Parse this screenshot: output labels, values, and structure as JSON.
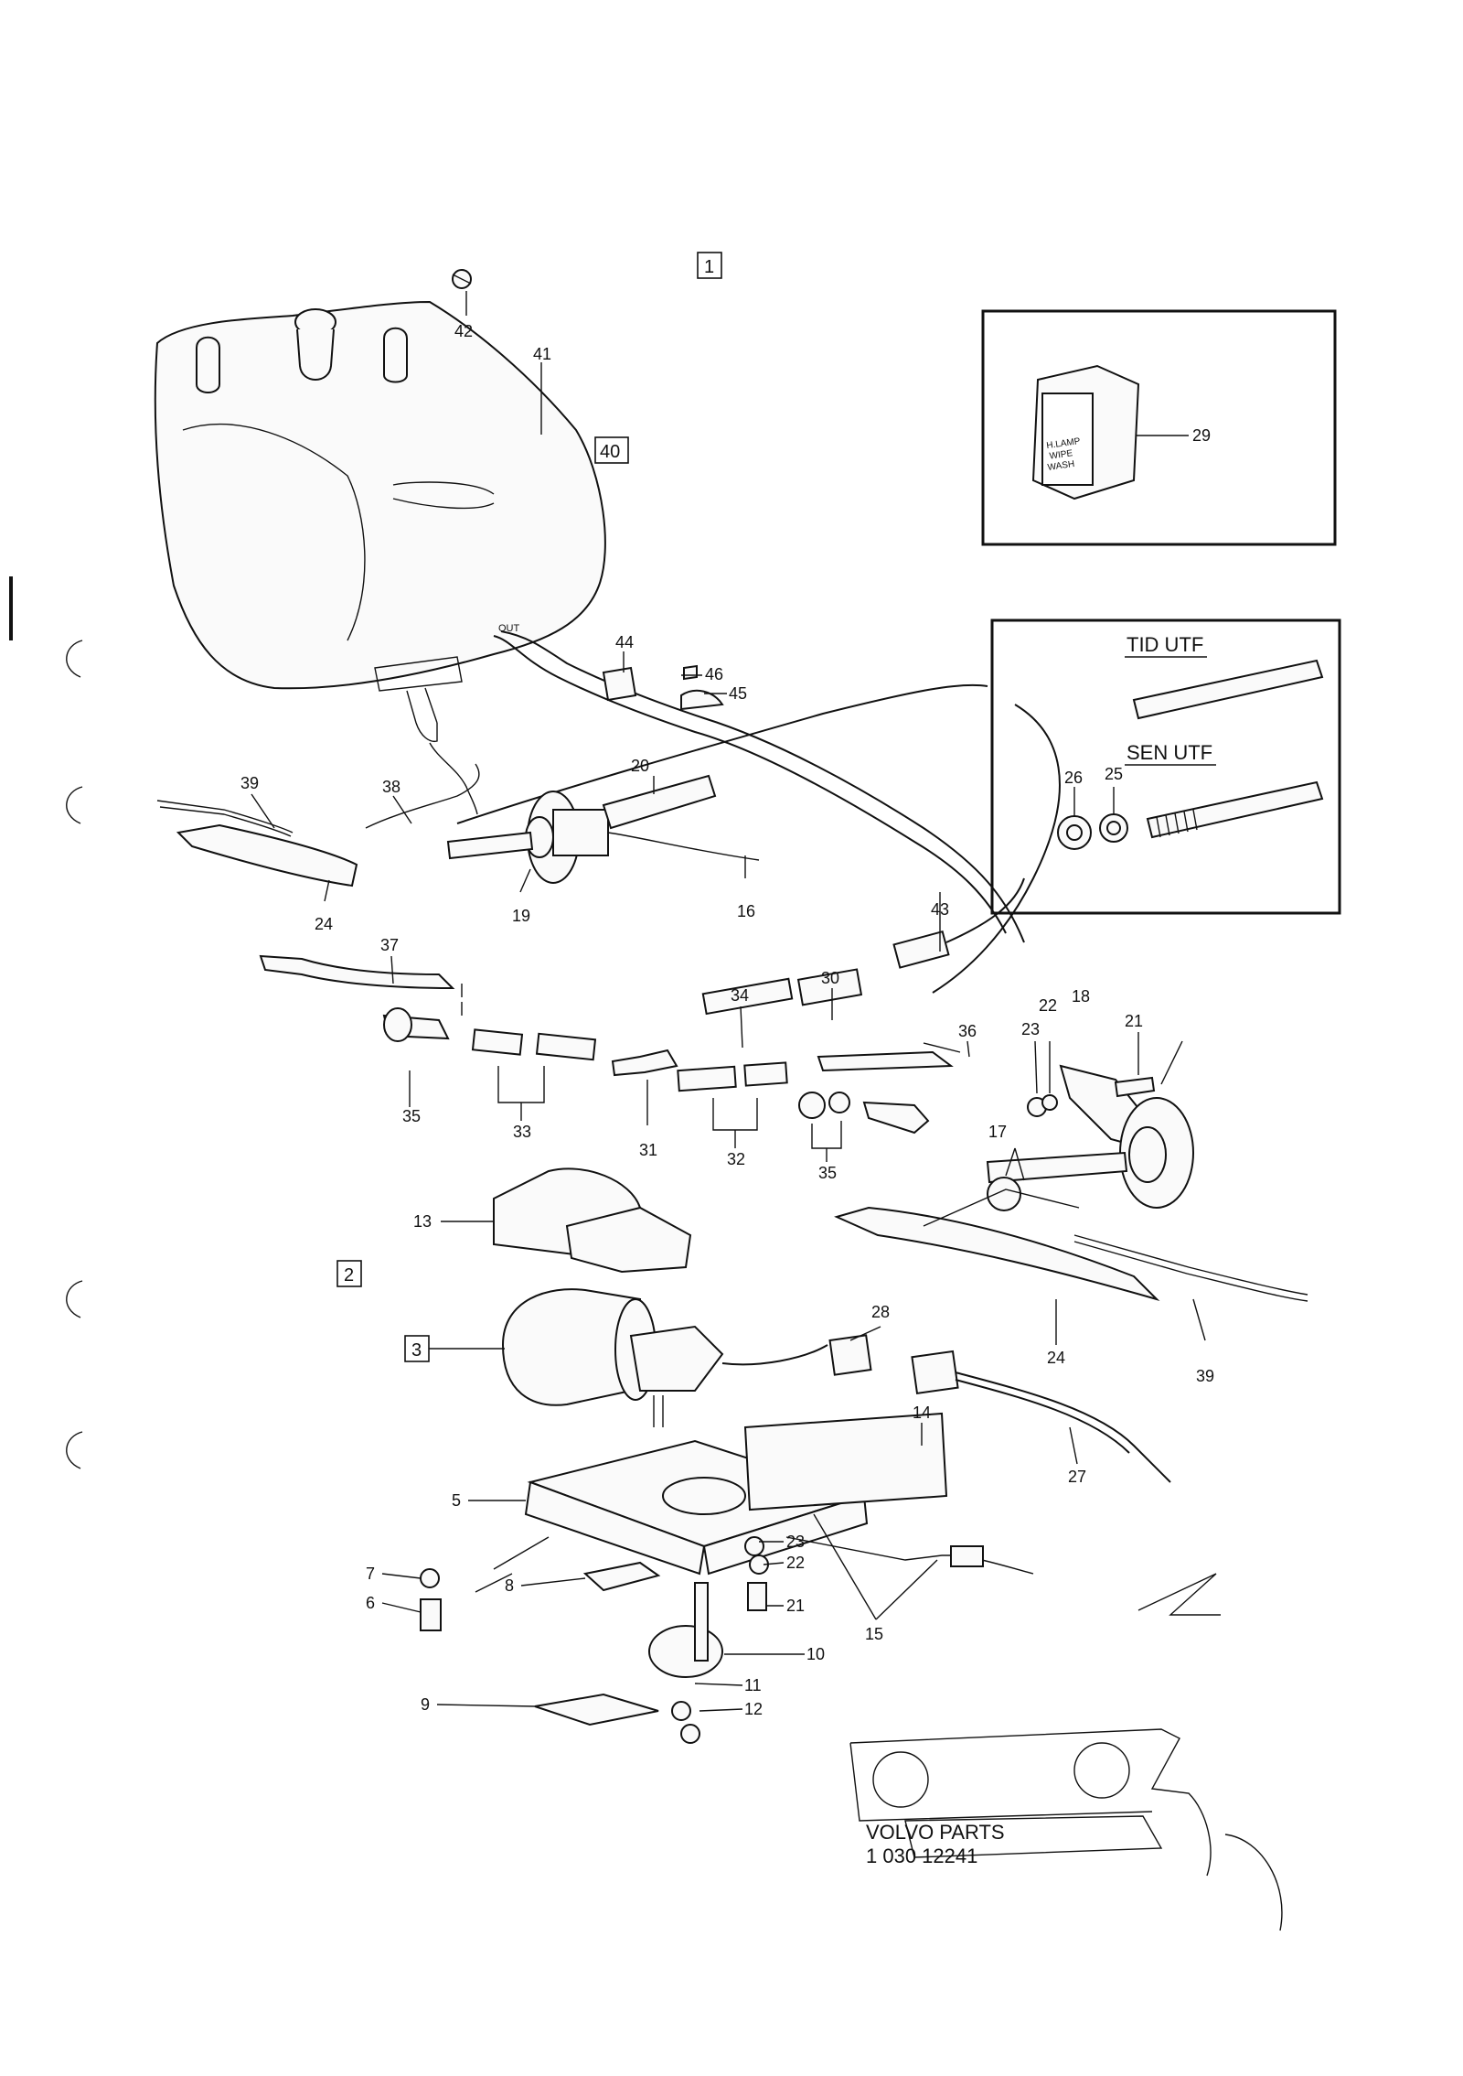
{
  "box_labels": {
    "b1": "1",
    "b2": "2",
    "b3": "3",
    "b40": "40"
  },
  "callouts": {
    "p42": "42",
    "p41": "41",
    "p44": "44",
    "p46": "46",
    "p45": "45",
    "p39a": "39",
    "p38": "38",
    "p20": "20",
    "p24a": "24",
    "p19": "19",
    "p16": "16",
    "p43": "43",
    "p37": "37",
    "p34": "34",
    "p30": "30",
    "p36": "36",
    "p22a": "22",
    "p23a": "23",
    "p18": "18",
    "p21a": "21",
    "p35a": "35",
    "p33": "33",
    "p31": "31",
    "p32": "32",
    "p35b": "35",
    "p17": "17",
    "p13": "13",
    "p28": "28",
    "p24b": "24",
    "p39b": "39",
    "p14": "14",
    "p27": "27",
    "p5": "5",
    "p23b": "23",
    "p22b": "22",
    "p7": "7",
    "p8": "8",
    "p6": "6",
    "p21b": "21",
    "p15": "15",
    "p10": "10",
    "p11": "11",
    "p9": "9",
    "p12": "12",
    "p29": "29",
    "p26": "26",
    "p25": "25"
  },
  "switch_text": [
    "H.LAMP",
    "WIPE",
    "WASH"
  ],
  "tank_out_text": "OUT",
  "inset": {
    "tid_utf": "TID UTF",
    "sen_utf": "SEN UTF"
  },
  "footer": {
    "brand": "VOLVO PARTS",
    "number": "1 030 12241"
  }
}
